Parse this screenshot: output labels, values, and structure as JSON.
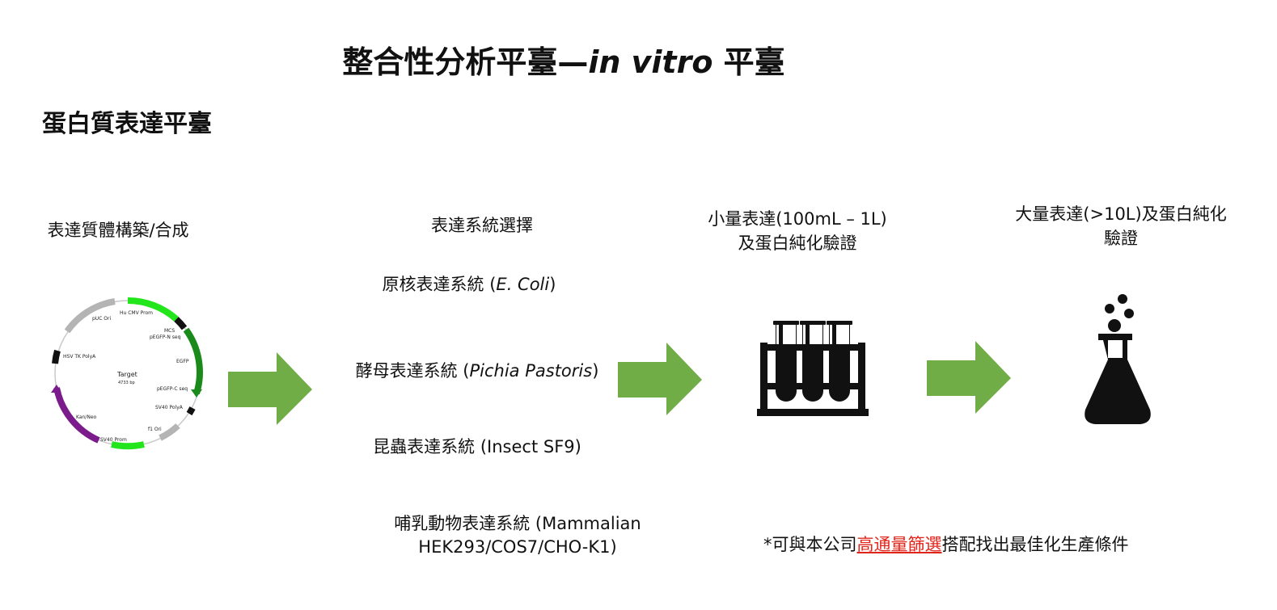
{
  "title": {
    "main": "整合性分析平臺—",
    "italic": "in vitro",
    "suffix": " 平臺"
  },
  "subtitle": "蛋白質表達平臺",
  "steps": {
    "construct": "表達質體構築/合成",
    "selection": "表達系統選擇",
    "small_scale": {
      "line1": "小量表達(100mL – 1L)",
      "line2": "及蛋白純化驗證"
    },
    "large_scale": {
      "line1": "大量表達(>10L)及蛋白純化",
      "line2": "驗證"
    }
  },
  "systems": [
    {
      "prefix": "原核表達系統 (",
      "italic": "E. Coli",
      "suffix": ")"
    },
    {
      "prefix": "酵母表達系統 (",
      "italic": "Pichia Pastoris",
      "suffix": ")"
    },
    {
      "prefix": "昆蟲表達系統 (Insect SF9)",
      "italic": "",
      "suffix": ""
    },
    {
      "line1": "哺乳動物表達系統 (Mammalian",
      "line2": "HEK293/COS7/CHO-K1)"
    }
  ],
  "plasmid": {
    "center_label": "Target",
    "center_size": "4733 bp",
    "features": [
      "pUC Ori",
      "Hu CMV Prom",
      "MCS",
      "pEGFP-N seq",
      "EGFP",
      "pEGFP-C seq",
      "SV40 PolyA",
      "f1 Ori",
      "SV40 Prom",
      "Kan/Neo",
      "HSV TK PolyA"
    ]
  },
  "note": {
    "prefix": "*可與本公司",
    "highlight": "高通量篩選",
    "suffix": "搭配找出最佳化生產條件"
  },
  "colors": {
    "arrow": "#70ad47",
    "highlight": "#e0251b",
    "icon": "#111111",
    "bright_green": "#22e61b",
    "dark_green": "#1a8a1a",
    "purple": "#7b1b8c",
    "gray": "#b4b4b4"
  },
  "icons": [
    "test-tube-rack-icon",
    "flask-icon",
    "right-arrow-icon"
  ]
}
